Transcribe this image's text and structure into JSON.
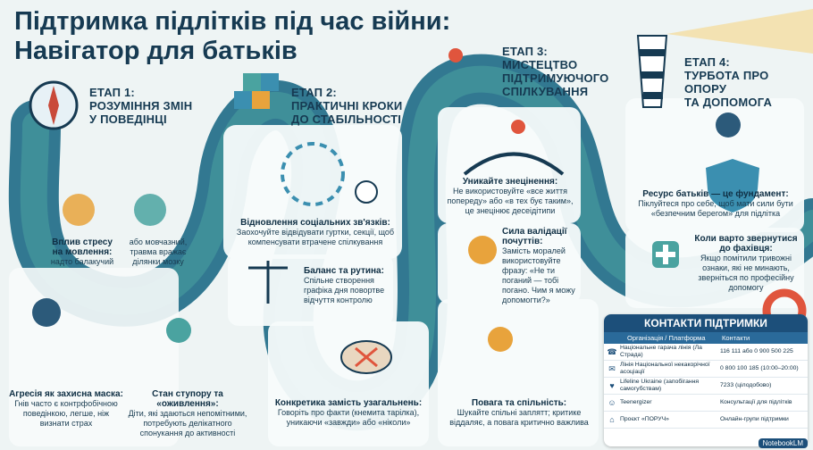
{
  "title_line1": "Підтримка підлітків під час війни:",
  "title_line2": "Навігатор для батьків",
  "stages": [
    {
      "line1": "ЕТАП 1:",
      "line2": "РОЗУМІННЯ ЗМІН",
      "line3": "У ПОВЕДІНЦІ"
    },
    {
      "line1": "ЕТАП 2:",
      "line2": "ПРАКТИЧНІ КРОКИ",
      "line3": "ДО СТАБІЛЬНОСТІ"
    },
    {
      "line1": "ЕТАП 3:",
      "line2": "МИСТЕЦТВО",
      "line3": "ПІДТРИМУЮЧОГО",
      "line4": "СПІЛКУВАННЯ"
    },
    {
      "line1": "ЕТАП 4:",
      "line2": "ТУРБОТА ПРО ОПОРУ",
      "line3": "ТА ДОПОМОГА"
    }
  ],
  "captions": {
    "stress_title": "Вплив стресу на мовлення:",
    "stress_text": "надто балакучий",
    "silent_text": "або мовчазний, травма вражає ділянки мозку",
    "aggression_title": "Агресія як захисна маска:",
    "aggression_text": "Гнів часто є контрфобічною поведінкою, легше, ніж визнати страх",
    "stupor_title": "Стан ступору та «оживлення»:",
    "stupor_text": "Діти, які здаються непомітними, потребують делікатного спонукання до активності",
    "social_title": "Відновлення соціальних зв'язків:",
    "social_text": "Заохочуйте відвідувати гуртки, секції, щоб компенсувати втрачене спілкування",
    "balance_title": "Баланс та рутина:",
    "balance_text": "Спільне створення графіка дня повортве відчуття контролю",
    "concrete_title": "Конкретика замість узагальнень:",
    "concrete_text": "Говоріть про факти (кнемита тарілка), уникаючи «завжди» або «ніколи»",
    "avoid_title": "Уникайте знецінення:",
    "avoid_text": "Не використовуйте «все життя попереду» або «в тех бує таким», це знецінює десеідітипи",
    "validate_title": "Сила валідації почуттів:",
    "validate_text": "Замість моралей використовуйте фразу: «Не ти поганий — тобі погано. Чим я можу допомогти?»",
    "respect_title": "Повага та спільність:",
    "respect_text": "Шукайте спільні заплятт; критике віддаляє, а повага критично важлива",
    "resource_title": "Ресурс батьків — це фундамент:",
    "resource_text": "Піклуйтеся про себе, щоб мати сили бути «безпечним берегом» для підлітка",
    "expert_title": "Коли варто звернутися до фахівця:",
    "expert_text": "Якщо помітили тривожні ознаки, які не минають, зверніться по професійну допомогу"
  },
  "contacts": {
    "title": "КОНТАКТИ ПІДТРИМКИ",
    "col1": "Організація / Платформа",
    "col2": "Контакти",
    "rows": [
      {
        "icon": "phone-icon",
        "org": "Національне гарача лінія (Ла Страда)",
        "contact": "116 111 або 0 900 500 225"
      },
      {
        "icon": "chat-icon",
        "org": "Лінія Національної некакорічної асоціації",
        "contact": "0 800 100 185 (10:00–20:00)"
      },
      {
        "icon": "heart-icon",
        "org": "Lifeline Ukraine (запобігання самогубствам)",
        "contact": "7233 (цілодобово)"
      },
      {
        "icon": "person-icon",
        "org": "Teenergizer",
        "contact": "Консультації для підлітків"
      },
      {
        "icon": "home-icon",
        "org": "Проєкт «ПОРУЧ»",
        "contact": "Онлайн-групи підтримки"
      }
    ]
  },
  "logo": "NotebookLM",
  "colors": {
    "path": "#1d6a86",
    "path_light": "#4aa3a0",
    "navy": "#163a52",
    "accent": "#e8a33c"
  }
}
